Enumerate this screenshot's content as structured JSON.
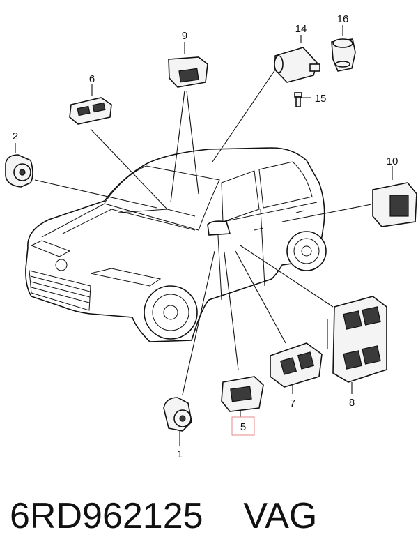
{
  "callouts": {
    "c1": "1",
    "c2": "2",
    "c5": "5",
    "c6": "6",
    "c7": "7",
    "c8": "8",
    "c9": "9",
    "c10": "10",
    "c14": "14",
    "c15": "15",
    "c16": "16"
  },
  "caption": {
    "part_number": "6RD962125",
    "brand": "VAG"
  },
  "highlight_color": "#e88a8a"
}
